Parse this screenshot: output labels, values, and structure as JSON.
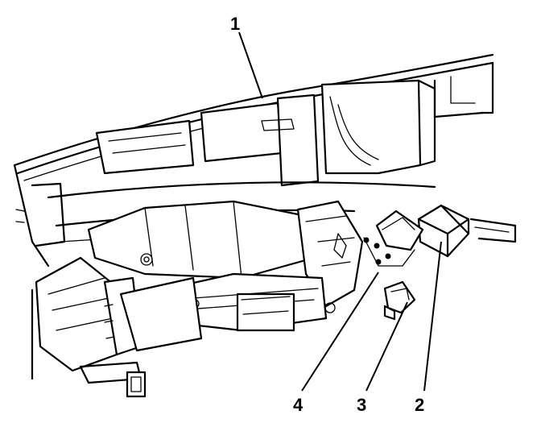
{
  "callouts": {
    "c1": "1",
    "c2": "2",
    "c3": "3",
    "c4": "4"
  },
  "icons": {
    "dashboard": "instrument-panel-carrier-icon",
    "module": "module-box-icon",
    "bracket": "mounting-bracket-icon",
    "connector": "electrical-connector-icon"
  }
}
